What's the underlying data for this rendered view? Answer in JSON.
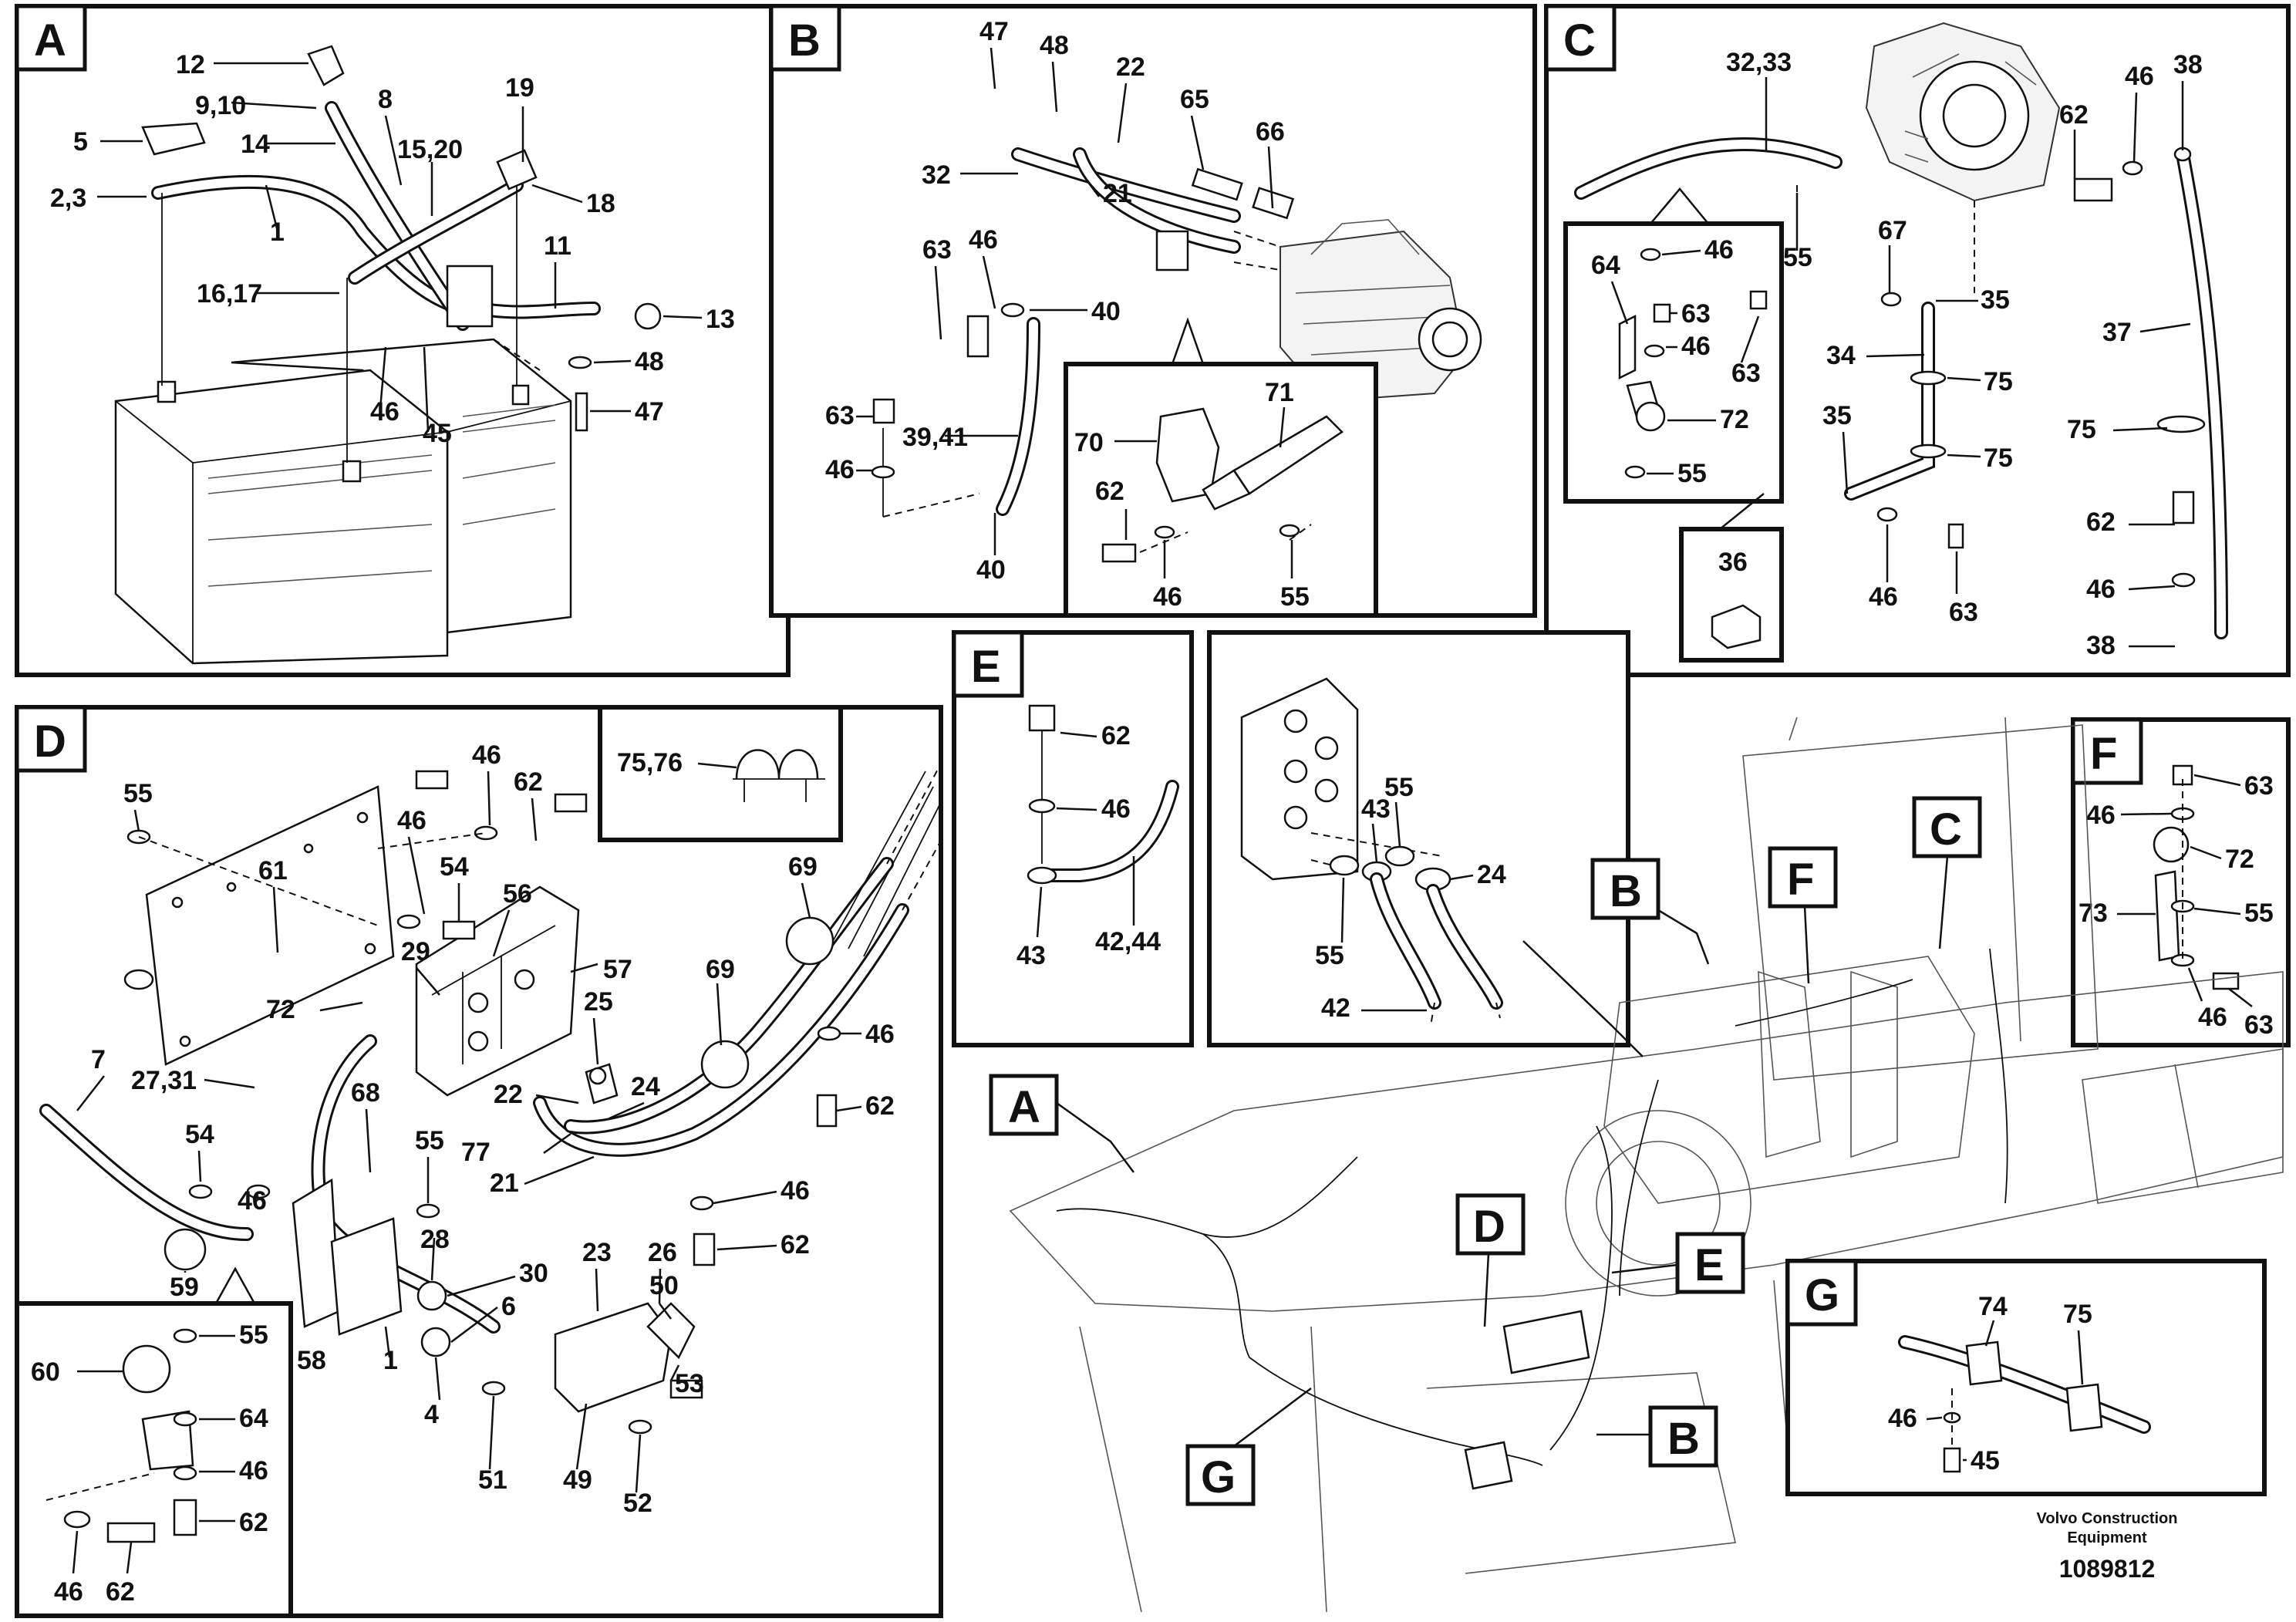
{
  "panels": {
    "A": {
      "label": "A",
      "callouts": [
        "12",
        "9,10",
        "8",
        "19",
        "5",
        "14",
        "15,20",
        "2,3",
        "18",
        "1",
        "11",
        "16,17",
        "13",
        "48",
        "46",
        "45",
        "47"
      ]
    },
    "B": {
      "label": "B",
      "callouts": [
        "47",
        "48",
        "22",
        "65",
        "66",
        "32",
        "21",
        "63",
        "46",
        "40",
        "63",
        "39,41",
        "46",
        "40"
      ],
      "detail": {
        "callouts": [
          "71",
          "70",
          "62",
          "46",
          "55"
        ]
      }
    },
    "C": {
      "label": "C",
      "callouts": [
        "32,33",
        "38",
        "46",
        "62",
        "55",
        "67",
        "35",
        "37",
        "34",
        "75",
        "35",
        "75",
        "75",
        "62",
        "46",
        "38",
        "63",
        "46"
      ],
      "detail64": {
        "callouts": [
          "64",
          "46",
          "63",
          "46",
          "63",
          "72",
          "55"
        ]
      },
      "detail36": {
        "callouts": [
          "36"
        ]
      }
    },
    "D": {
      "label": "D",
      "callouts": [
        "55",
        "46",
        "62",
        "46",
        "54",
        "61",
        "56",
        "57",
        "72",
        "29",
        "25",
        "7",
        "27,31",
        "68",
        "22",
        "24",
        "77",
        "21",
        "69",
        "69",
        "46",
        "62",
        "54",
        "46",
        "55",
        "28",
        "30",
        "6",
        "23",
        "26",
        "46",
        "62",
        "59",
        "58",
        "1",
        "4",
        "50",
        "51",
        "49",
        "52",
        "53"
      ],
      "inset7576": {
        "callouts": [
          "75,76"
        ]
      },
      "inset60": {
        "callouts": [
          "60",
          "55",
          "64",
          "46",
          "62",
          "46",
          "62"
        ]
      }
    },
    "E": {
      "label": "E",
      "callouts": [
        "62",
        "46",
        "43",
        "42,44"
      ],
      "detail": {
        "callouts": [
          "43",
          "55",
          "24",
          "55",
          "42"
        ]
      }
    },
    "F": {
      "label": "F",
      "callouts": [
        "63",
        "46",
        "72",
        "73",
        "55",
        "46",
        "63"
      ]
    },
    "G": {
      "label": "G",
      "callouts": [
        "74",
        "75",
        "46",
        "45"
      ]
    }
  },
  "overview_tags": [
    "A",
    "B",
    "F",
    "C",
    "D",
    "E",
    "G",
    "B"
  ],
  "footer": {
    "brand_line1": "Volvo Construction",
    "brand_line2": "Equipment",
    "drawing_number": "1089812"
  }
}
